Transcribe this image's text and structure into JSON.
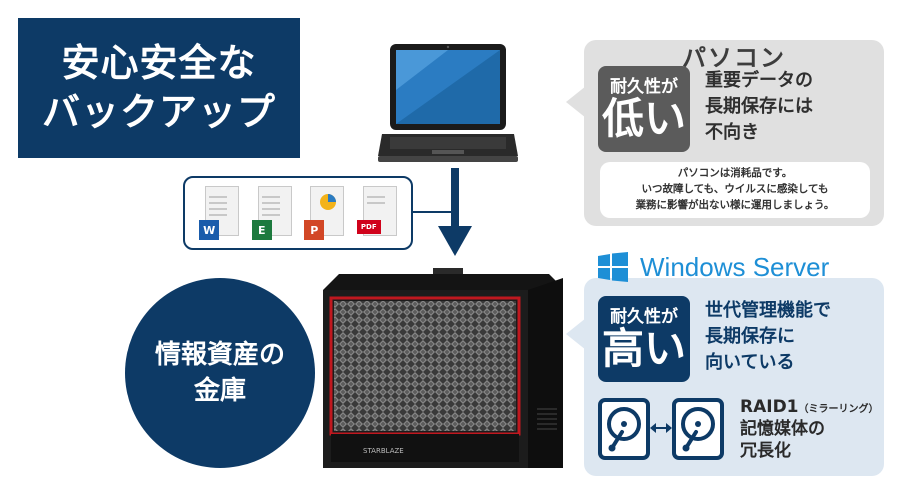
{
  "title": {
    "line1": "安心安全な",
    "line2": "バックアップ"
  },
  "documents": [
    {
      "badge": "W",
      "color": "#1a5cab"
    },
    {
      "badge": "E",
      "color": "#1d7a3e"
    },
    {
      "badge": "P",
      "color": "#d24726"
    },
    {
      "badge": "PDF",
      "color": "#d0021b"
    }
  ],
  "pc_panel": {
    "title": "パソコン",
    "badge_small": "耐久性が",
    "badge_big": "低い",
    "desc": [
      "重要データの",
      "長期保存には",
      "不向き"
    ],
    "note": [
      "パソコンは消耗品です。",
      "いつ故障しても、ウイルスに感染しても",
      "業務に影響が出ない様に運用しましょう。"
    ]
  },
  "circle": {
    "line1": "情報資産の",
    "line2": "金庫"
  },
  "server": {
    "brand": "STARBLAZE"
  },
  "ws_panel": {
    "logo_text": "Windows Server",
    "badge_small": "耐久性が",
    "badge_big": "高い",
    "desc": [
      "世代管理機能で",
      "長期保存に",
      "向いている"
    ],
    "raid": "RAID1",
    "raid_tag": "（ミラーリング）",
    "raid_desc": [
      "記憶媒体の",
      "冗長化"
    ]
  },
  "colors": {
    "navy": "#0d3a66",
    "gray_panel": "#e0e0e0",
    "blue_panel": "#dde7f1",
    "windows_blue": "#1e8fd6"
  }
}
